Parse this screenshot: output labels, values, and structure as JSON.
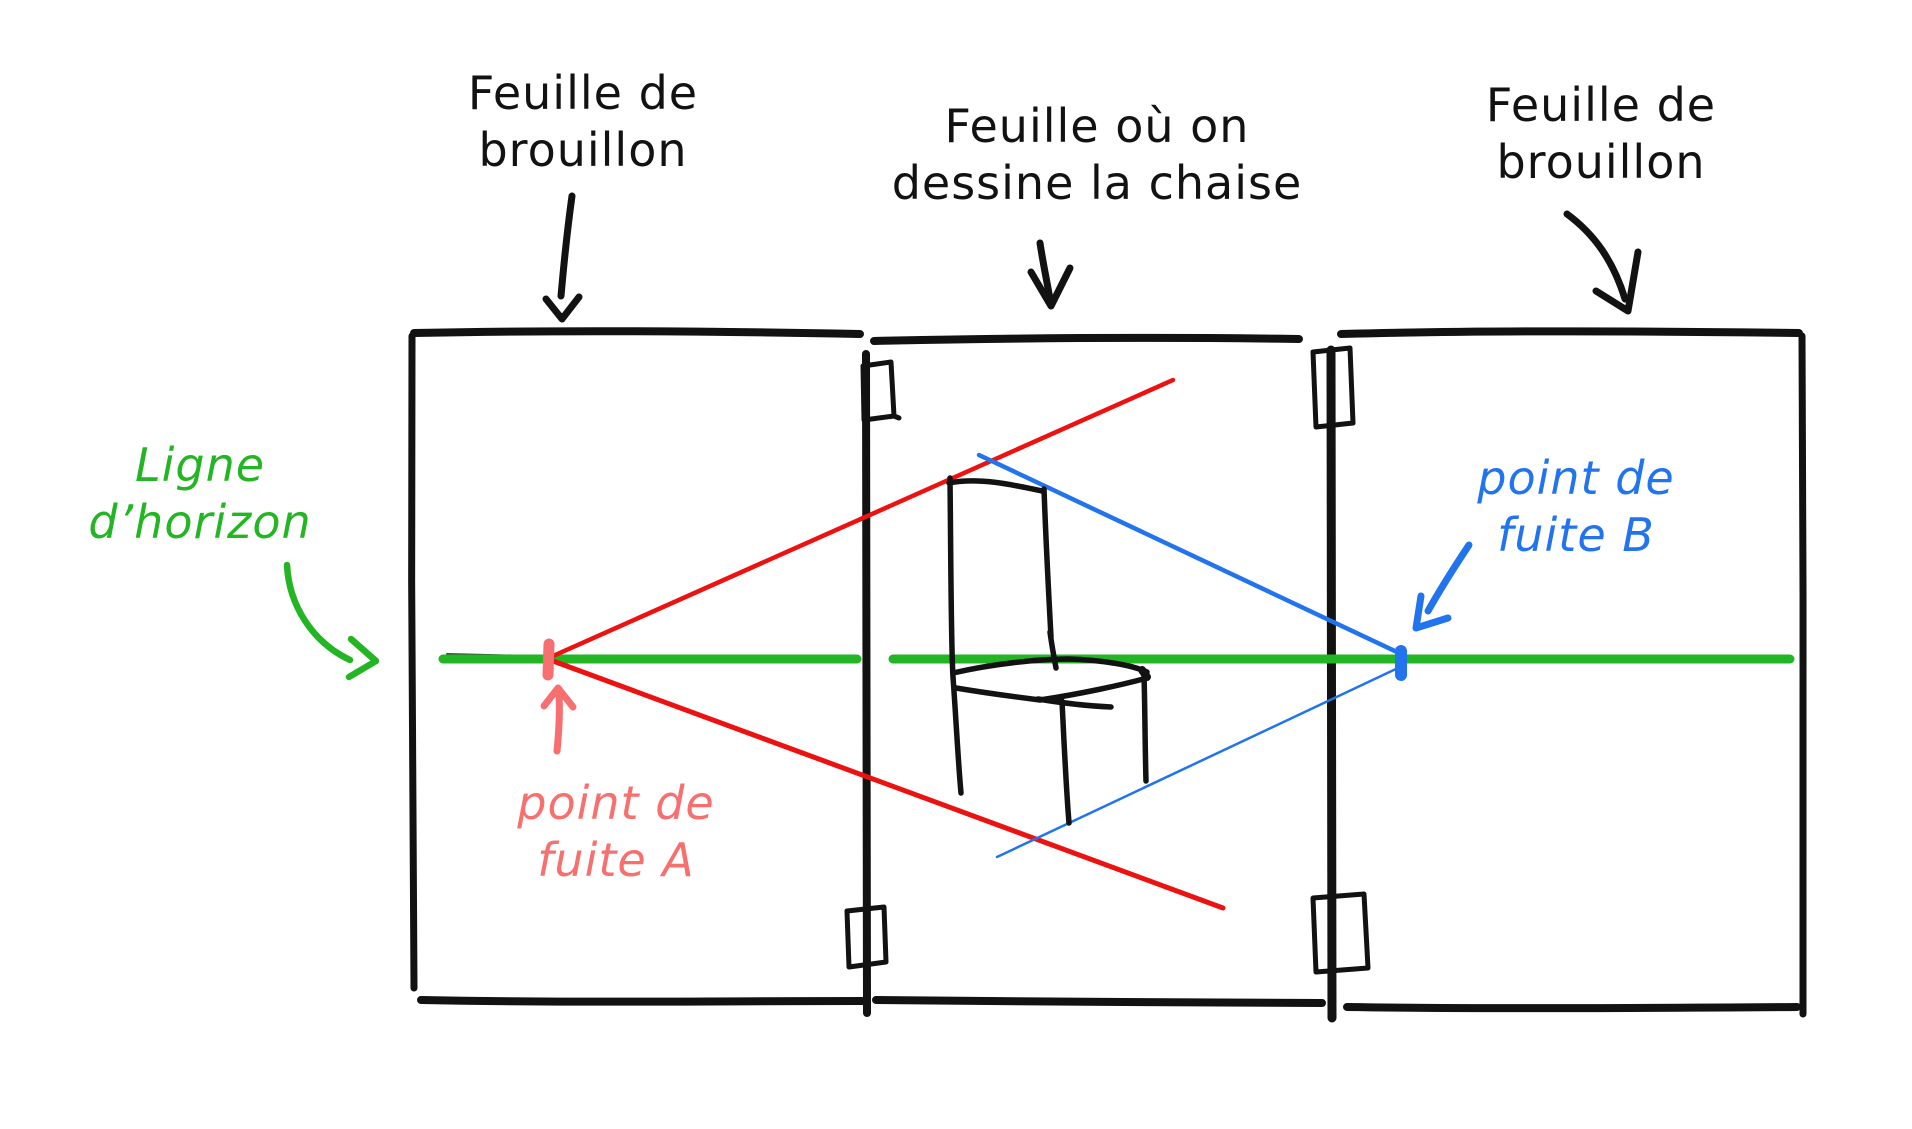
{
  "labels": {
    "sheet_left": {
      "line1": "Feuille de",
      "line2": "brouillon"
    },
    "sheet_middle": {
      "line1": "Feuille où on",
      "line2": "dessine la chaise"
    },
    "sheet_right": {
      "line1": "Feuille de",
      "line2": "brouillon"
    },
    "horizon": {
      "line1": "Ligne",
      "line2": "d’horizon"
    },
    "vanishing_point_a": {
      "line1": "point de",
      "line2": "fuite A"
    },
    "vanishing_point_b": {
      "line1": "point de",
      "line2": "fuite B"
    }
  },
  "colors": {
    "horizon_green": "#23b523",
    "vanishing_red": "#ec1212",
    "vanishing_blue": "#2273ee",
    "vp_a_salmon": "#f76f6f",
    "ink_black": "#121212",
    "background": "#ffffff"
  }
}
